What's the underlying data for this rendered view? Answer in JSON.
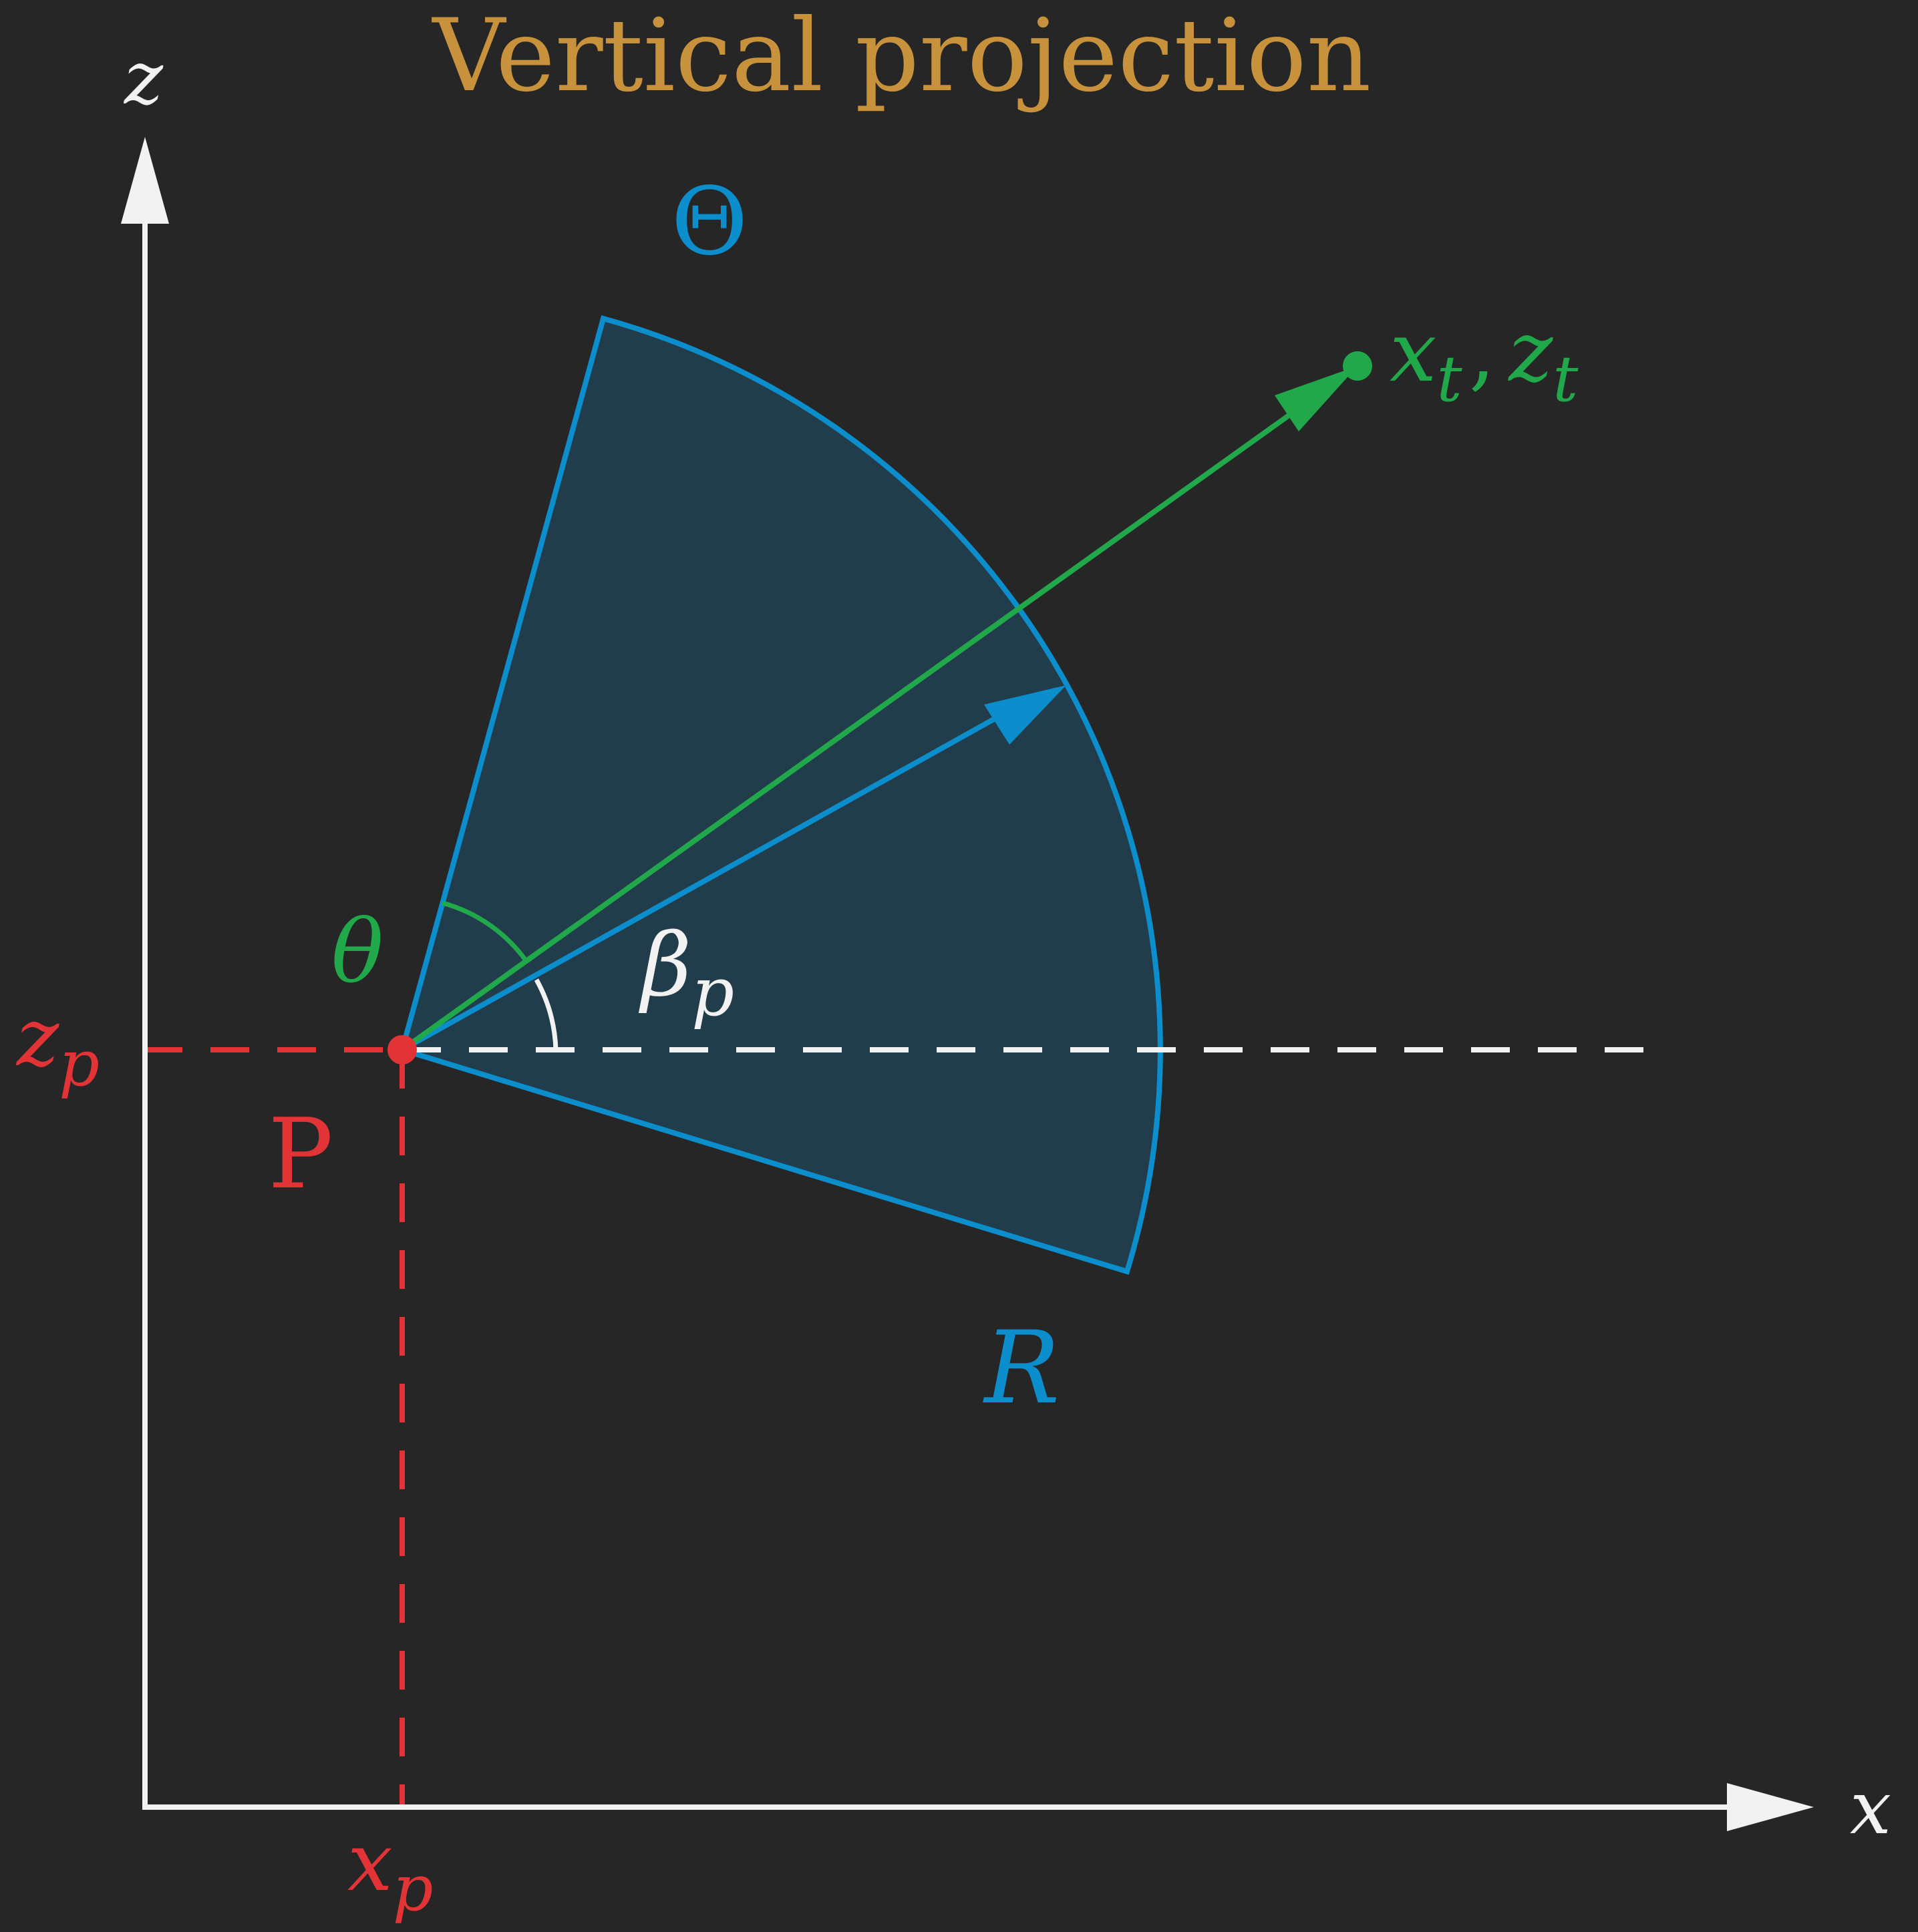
{
  "title": "Vertical projection",
  "axes": {
    "vertical": "z",
    "horizontal": "x"
  },
  "sector": {
    "angle_label": "Θ",
    "radius_label": "R"
  },
  "target": {
    "label_x": "x",
    "label_x_sub": "t",
    "label_comma": ",",
    "label_z": "z",
    "label_z_sub": "t"
  },
  "angles": {
    "theta": "θ",
    "beta": "β",
    "beta_sub": "p"
  },
  "point": {
    "label": "P",
    "zp": "z",
    "zp_sub": "p",
    "xp": "x",
    "xp_sub": "p"
  },
  "colors": {
    "background": "#262626",
    "title": "#c8913c",
    "axis": "#f2f2f2",
    "sector_stroke": "#0c8dcc",
    "sector_fill": "#213c4a",
    "target": "#21a84a",
    "point": "#e23436",
    "angle_beta": "#f2f2f2"
  }
}
